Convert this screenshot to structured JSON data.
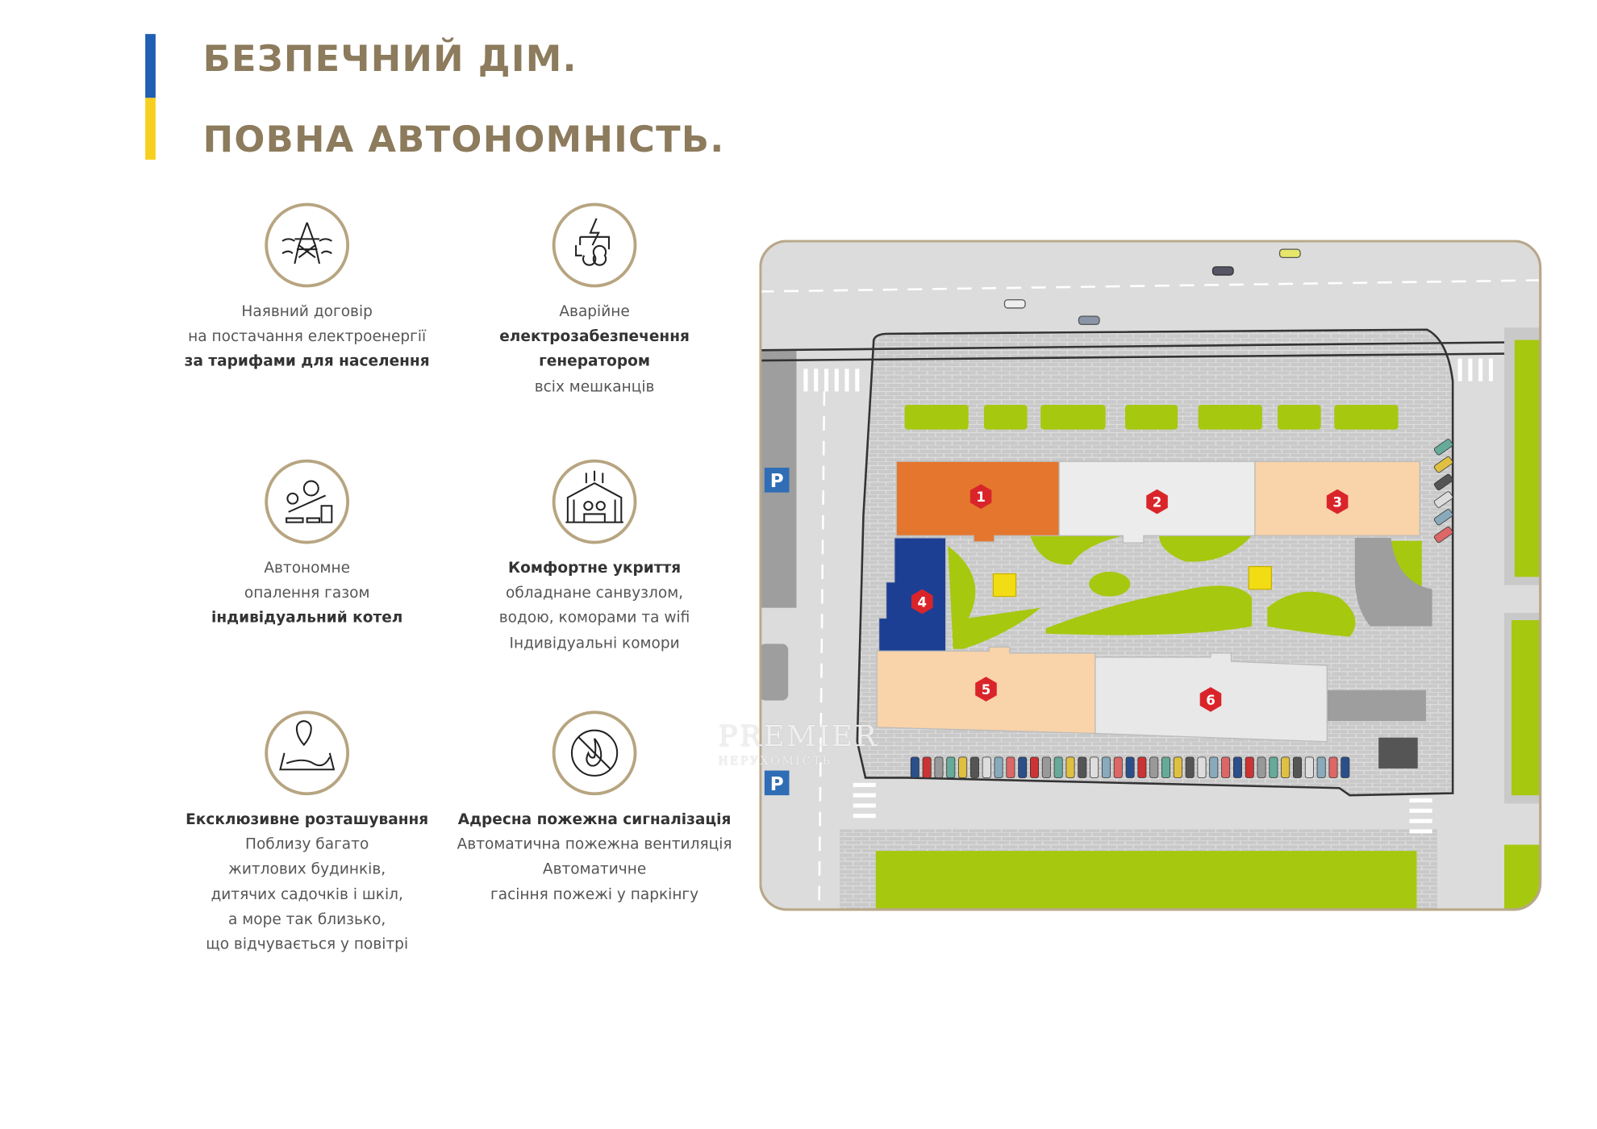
{
  "header": {
    "title_line1": "БЕЗПЕЧНИЙ ДІМ.",
    "title_line2": "ПОВНА АВТОНОМНІСТЬ.",
    "flag_colors": {
      "blue": "#1f5fb4",
      "yellow": "#f7cf1f"
    },
    "title_color": "#8c7b5c"
  },
  "features": [
    {
      "icon": "power-tower-icon",
      "lines": [
        {
          "text": "Наявний договір",
          "bold": false
        },
        {
          "text": "на постачання електроенергії",
          "bold": false
        },
        {
          "text": "за тарифами для населення",
          "bold": true
        }
      ]
    },
    {
      "icon": "generator-icon",
      "lines": [
        {
          "text": "Аварійне",
          "bold": false
        },
        {
          "text": "електрозабезпечення",
          "bold": true
        },
        {
          "text": "генератором",
          "bold": true
        },
        {
          "text": "всіх мешканців",
          "bold": false
        }
      ]
    },
    {
      "icon": "gas-heating-icon",
      "lines": [
        {
          "text": "Автономне",
          "bold": false
        },
        {
          "text": "опалення газом",
          "bold": false
        },
        {
          "text": "індивідуальний котел",
          "bold": true
        }
      ]
    },
    {
      "icon": "shelter-icon",
      "lines": [
        {
          "text": "Комфортне укриття",
          "bold": true
        },
        {
          "text": "обладнане санвузлом,",
          "bold": false
        },
        {
          "text": "водою, коморами та wifi",
          "bold": false
        },
        {
          "text": "Індивідуальні комори",
          "bold": false
        }
      ]
    },
    {
      "icon": "location-map-icon",
      "lines": [
        {
          "text": "Ексклюзивне розташування",
          "bold": true
        },
        {
          "text": "Поблизу багато",
          "bold": false
        },
        {
          "text": "житлових будинків,",
          "bold": false
        },
        {
          "text": "дитячих садочків і шкіл,",
          "bold": false
        },
        {
          "text": "а море так близько,",
          "bold": false
        },
        {
          "text": "що відчувається у повітрі",
          "bold": false
        }
      ]
    },
    {
      "icon": "fire-safety-icon",
      "lines": [
        {
          "text": "Адресна пожежна сигналізація",
          "bold": true
        },
        {
          "text": "Автоматична пожежна вентиляція",
          "bold": false
        },
        {
          "text": "Автоматичне",
          "bold": false
        },
        {
          "text": "гасіння пожежі у паркінгу",
          "bold": false
        }
      ]
    }
  ],
  "map": {
    "buildings": [
      {
        "number": "1",
        "color": "#e5762e"
      },
      {
        "number": "2",
        "color": "#ececec"
      },
      {
        "number": "3",
        "color": "#f9d3a9"
      },
      {
        "number": "4",
        "color": "#1c3f94"
      },
      {
        "number": "5",
        "color": "#f9d3a9"
      },
      {
        "number": "6",
        "color": "#e8e8e8"
      }
    ],
    "marker_color": "#d9252a",
    "green_color": "#a6c80f",
    "parking_sign": "P",
    "parking_color": "#2f6db5"
  },
  "watermark": {
    "line1": "PREMIER",
    "line2": "НЕРУХОМІСТЬ"
  }
}
